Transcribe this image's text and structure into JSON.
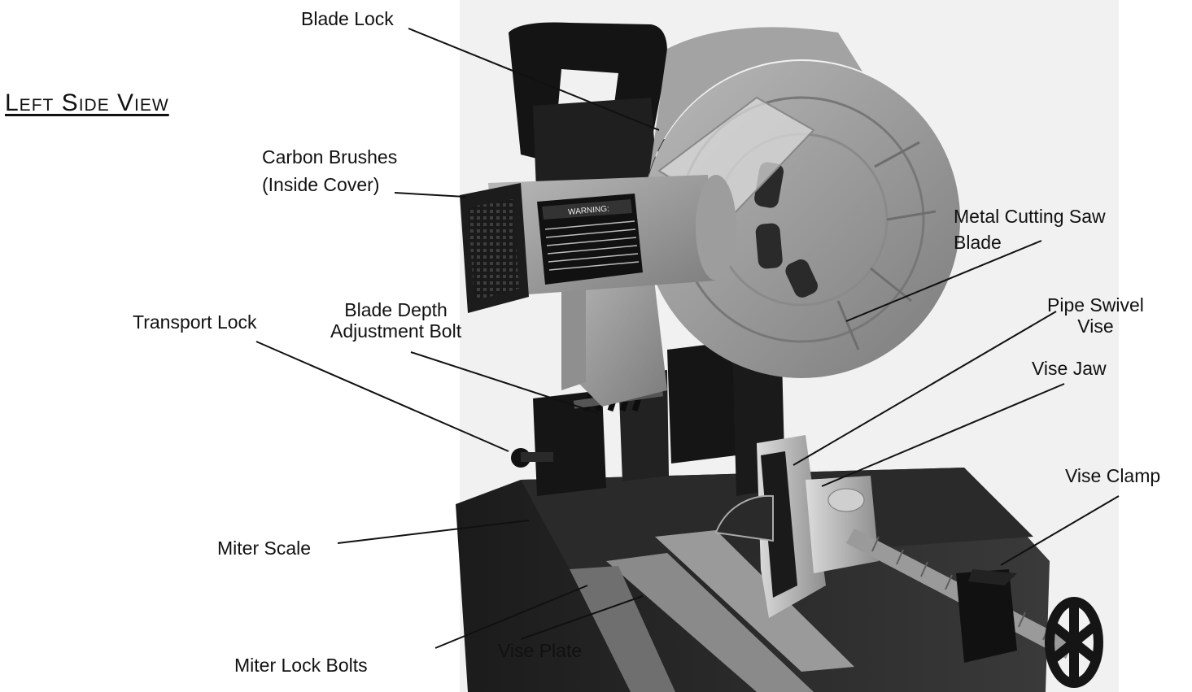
{
  "title": "Left Side View",
  "labels": {
    "blade_lock": "Blade Lock",
    "carbon_brushes": [
      "Carbon Brushes",
      "(Inside Cover)"
    ],
    "metal_cutting_saw_blade": [
      "Metal Cutting Saw",
      "Blade"
    ],
    "transport_lock": "Transport Lock",
    "blade_depth_adjustment_bolt": [
      "Blade Depth",
      "Adjustment Bolt"
    ],
    "pipe_swivel_vise": [
      "Pipe Swivel",
      "Vise"
    ],
    "vise_jaw": "Vise Jaw",
    "vise_clamp": "Vise Clamp",
    "miter_scale": "Miter Scale",
    "miter_lock_bolts": "Miter Lock Bolts",
    "vise_plate": "Vise Plate"
  },
  "warning_sticker": "WARNING:"
}
